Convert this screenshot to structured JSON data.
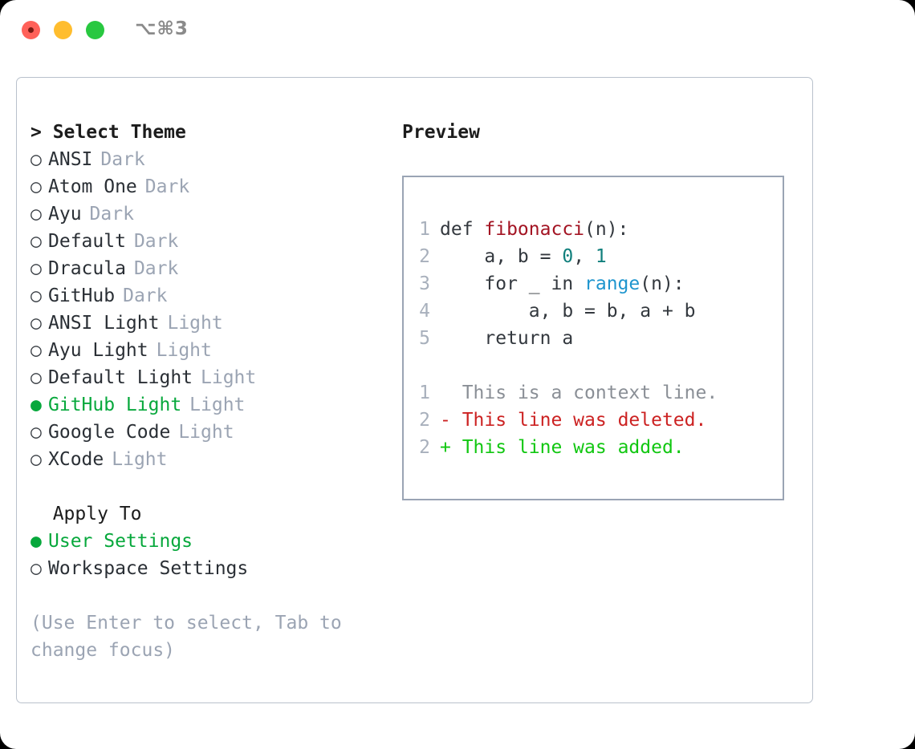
{
  "titlebar": {
    "shortcut": "⌥⌘3",
    "lights": [
      {
        "name": "close",
        "color": "#FF6159"
      },
      {
        "name": "minimize",
        "color": "#FFBD2E"
      },
      {
        "name": "maximize",
        "color": "#28C840"
      }
    ]
  },
  "colors": {
    "selected_green": "#07A83C",
    "diff_add_green": "#11C711",
    "diff_del_red": "#CC2222",
    "tag_grey": "#9BA4B3",
    "line_number": "#A8B0BC",
    "code_text": "#33383E",
    "function_red": "#A31423",
    "builtin_blue": "#1E95CE",
    "number_teal": "#107F7C",
    "panel_border": "#B9C1CC",
    "code_border": "#9AA4B4"
  },
  "theme_section": {
    "header": "> Select Theme",
    "bullet_unselected": "○",
    "bullet_selected": "●",
    "items": [
      {
        "name": "ANSI",
        "tag": "Dark",
        "selected": false
      },
      {
        "name": "Atom One",
        "tag": "Dark",
        "selected": false
      },
      {
        "name": "Ayu",
        "tag": "Dark",
        "selected": false
      },
      {
        "name": "Default",
        "tag": "Dark",
        "selected": false
      },
      {
        "name": "Dracula",
        "tag": "Dark",
        "selected": false
      },
      {
        "name": "GitHub",
        "tag": "Dark",
        "selected": false
      },
      {
        "name": "ANSI Light",
        "tag": "Light",
        "selected": false
      },
      {
        "name": "Ayu Light",
        "tag": "Light",
        "selected": false
      },
      {
        "name": "Default Light",
        "tag": "Light",
        "selected": false
      },
      {
        "name": "GitHub Light",
        "tag": "Light",
        "selected": true
      },
      {
        "name": "Google Code",
        "tag": "Light",
        "selected": false
      },
      {
        "name": "XCode",
        "tag": "Light",
        "selected": false
      }
    ]
  },
  "apply_section": {
    "header": "  Apply To",
    "items": [
      {
        "name": "User Settings",
        "selected": true
      },
      {
        "name": "Workspace Settings",
        "selected": false
      }
    ]
  },
  "hint": "(Use Enter to select, Tab to change focus)",
  "preview": {
    "title": "Preview",
    "code_lines": [
      {
        "num": "1",
        "segments": [
          {
            "t": "def ",
            "c": "plain"
          },
          {
            "t": "fibonacci",
            "c": "fn"
          },
          {
            "t": "(n):",
            "c": "plain"
          }
        ]
      },
      {
        "num": "2",
        "segments": [
          {
            "t": "    a, b = ",
            "c": "plain"
          },
          {
            "t": "0",
            "c": "num"
          },
          {
            "t": ", ",
            "c": "plain"
          },
          {
            "t": "1",
            "c": "num"
          }
        ]
      },
      {
        "num": "3",
        "segments": [
          {
            "t": "    for _ in ",
            "c": "plain"
          },
          {
            "t": "range",
            "c": "call"
          },
          {
            "t": "(n):",
            "c": "plain"
          }
        ]
      },
      {
        "num": "4",
        "segments": [
          {
            "t": "        a, b = b, a + b",
            "c": "plain"
          }
        ]
      },
      {
        "num": "5",
        "segments": [
          {
            "t": "    return a",
            "c": "plain"
          }
        ]
      }
    ],
    "diff_lines": [
      {
        "num": "1",
        "marker": "  ",
        "text": "This is a context line.",
        "kind": "ctx"
      },
      {
        "num": "2",
        "marker": "- ",
        "text": "This line was deleted.",
        "kind": "del"
      },
      {
        "num": "2",
        "marker": "+ ",
        "text": "This line was added.",
        "kind": "add"
      }
    ]
  }
}
